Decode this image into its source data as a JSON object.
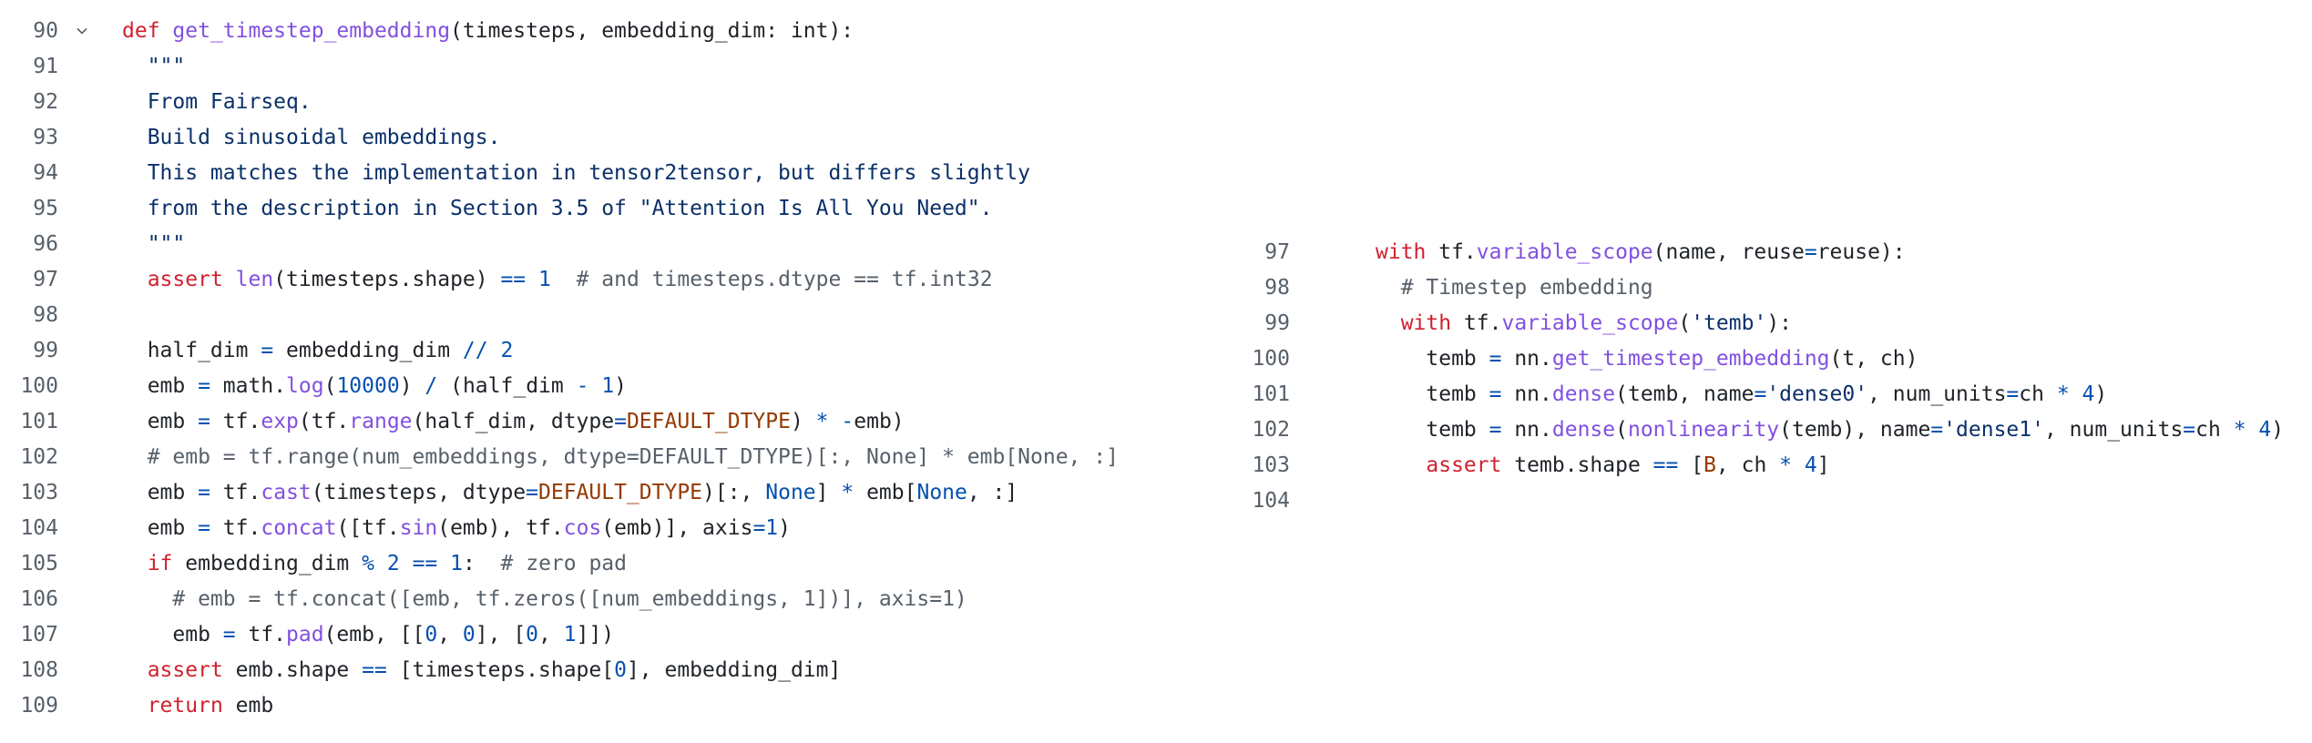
{
  "colors": {
    "keyword": "#cf222e",
    "function": "#8250df",
    "string": "#0a3069",
    "number": "#0550ae",
    "comment": "#57606a",
    "constant": "#953800",
    "line_number": "#57606a",
    "text": "#1f2328"
  },
  "fold_icon": "chevron-down-icon",
  "left": {
    "lines": [
      {
        "n": "90",
        "tokens": [
          {
            "t": "def",
            "c": "kw"
          },
          {
            "t": " "
          },
          {
            "t": "get_timestep_embedding",
            "c": "fn"
          },
          {
            "t": "(timesteps, embedding_dim: int):"
          }
        ]
      },
      {
        "n": "91",
        "tokens": [
          {
            "t": "  \"\"\"",
            "c": "str"
          }
        ]
      },
      {
        "n": "92",
        "tokens": [
          {
            "t": "  From Fairseq.",
            "c": "str"
          }
        ]
      },
      {
        "n": "93",
        "tokens": [
          {
            "t": "  Build sinusoidal embeddings.",
            "c": "str"
          }
        ]
      },
      {
        "n": "94",
        "tokens": [
          {
            "t": "  This matches the implementation in tensor2tensor, but differs slightly",
            "c": "str"
          }
        ]
      },
      {
        "n": "95",
        "tokens": [
          {
            "t": "  from the description in Section 3.5 of \"Attention Is All You Need\".",
            "c": "str"
          }
        ]
      },
      {
        "n": "96",
        "tokens": [
          {
            "t": "  \"\"\"",
            "c": "str"
          }
        ]
      },
      {
        "n": "97",
        "tokens": [
          {
            "t": "  "
          },
          {
            "t": "assert",
            "c": "kw"
          },
          {
            "t": " "
          },
          {
            "t": "len",
            "c": "fn"
          },
          {
            "t": "(timesteps.shape) "
          },
          {
            "t": "==",
            "c": "op"
          },
          {
            "t": " "
          },
          {
            "t": "1",
            "c": "num"
          },
          {
            "t": "  "
          },
          {
            "t": "# and timesteps.dtype == tf.int32",
            "c": "cm"
          }
        ]
      },
      {
        "n": "98",
        "tokens": []
      },
      {
        "n": "99",
        "tokens": [
          {
            "t": "  half_dim "
          },
          {
            "t": "=",
            "c": "op"
          },
          {
            "t": " embedding_dim "
          },
          {
            "t": "//",
            "c": "op"
          },
          {
            "t": " "
          },
          {
            "t": "2",
            "c": "num"
          }
        ]
      },
      {
        "n": "100",
        "tokens": [
          {
            "t": "  emb "
          },
          {
            "t": "=",
            "c": "op"
          },
          {
            "t": " math."
          },
          {
            "t": "log",
            "c": "fn"
          },
          {
            "t": "("
          },
          {
            "t": "10000",
            "c": "num"
          },
          {
            "t": ") "
          },
          {
            "t": "/",
            "c": "op"
          },
          {
            "t": " (half_dim "
          },
          {
            "t": "-",
            "c": "op"
          },
          {
            "t": " "
          },
          {
            "t": "1",
            "c": "num"
          },
          {
            "t": ")"
          }
        ]
      },
      {
        "n": "101",
        "tokens": [
          {
            "t": "  emb "
          },
          {
            "t": "=",
            "c": "op"
          },
          {
            "t": " tf."
          },
          {
            "t": "exp",
            "c": "fn"
          },
          {
            "t": "(tf."
          },
          {
            "t": "range",
            "c": "fn"
          },
          {
            "t": "(half_dim, dtype"
          },
          {
            "t": "=",
            "c": "op"
          },
          {
            "t": "DEFAULT_DTYPE",
            "c": "cst"
          },
          {
            "t": ") "
          },
          {
            "t": "*",
            "c": "op"
          },
          {
            "t": " "
          },
          {
            "t": "-",
            "c": "op"
          },
          {
            "t": "emb)"
          }
        ]
      },
      {
        "n": "102",
        "tokens": [
          {
            "t": "  "
          },
          {
            "t": "# emb = tf.range(num_embeddings, dtype=DEFAULT_DTYPE)[:, None] * emb[None, :]",
            "c": "cm"
          }
        ]
      },
      {
        "n": "103",
        "tokens": [
          {
            "t": "  emb "
          },
          {
            "t": "=",
            "c": "op"
          },
          {
            "t": " tf."
          },
          {
            "t": "cast",
            "c": "fn"
          },
          {
            "t": "(timesteps, dtype"
          },
          {
            "t": "=",
            "c": "op"
          },
          {
            "t": "DEFAULT_DTYPE",
            "c": "cst"
          },
          {
            "t": ")[:, "
          },
          {
            "t": "None",
            "c": "blt"
          },
          {
            "t": "] "
          },
          {
            "t": "*",
            "c": "op"
          },
          {
            "t": " emb["
          },
          {
            "t": "None",
            "c": "blt"
          },
          {
            "t": ", :]"
          }
        ]
      },
      {
        "n": "104",
        "tokens": [
          {
            "t": "  emb "
          },
          {
            "t": "=",
            "c": "op"
          },
          {
            "t": " tf."
          },
          {
            "t": "concat",
            "c": "fn"
          },
          {
            "t": "([tf."
          },
          {
            "t": "sin",
            "c": "fn"
          },
          {
            "t": "(emb), tf."
          },
          {
            "t": "cos",
            "c": "fn"
          },
          {
            "t": "(emb)], axis"
          },
          {
            "t": "=",
            "c": "op"
          },
          {
            "t": "1",
            "c": "num"
          },
          {
            "t": ")"
          }
        ]
      },
      {
        "n": "105",
        "tokens": [
          {
            "t": "  "
          },
          {
            "t": "if",
            "c": "kw"
          },
          {
            "t": " embedding_dim "
          },
          {
            "t": "%",
            "c": "op"
          },
          {
            "t": " "
          },
          {
            "t": "2",
            "c": "num"
          },
          {
            "t": " "
          },
          {
            "t": "==",
            "c": "op"
          },
          {
            "t": " "
          },
          {
            "t": "1",
            "c": "num"
          },
          {
            "t": ":  "
          },
          {
            "t": "# zero pad",
            "c": "cm"
          }
        ]
      },
      {
        "n": "106",
        "tokens": [
          {
            "t": "    "
          },
          {
            "t": "# emb = tf.concat([emb, tf.zeros([num_embeddings, 1])], axis=1)",
            "c": "cm"
          }
        ]
      },
      {
        "n": "107",
        "tokens": [
          {
            "t": "    emb "
          },
          {
            "t": "=",
            "c": "op"
          },
          {
            "t": " tf."
          },
          {
            "t": "pad",
            "c": "fn"
          },
          {
            "t": "(emb, [["
          },
          {
            "t": "0",
            "c": "num"
          },
          {
            "t": ", "
          },
          {
            "t": "0",
            "c": "num"
          },
          {
            "t": "], ["
          },
          {
            "t": "0",
            "c": "num"
          },
          {
            "t": ", "
          },
          {
            "t": "1",
            "c": "num"
          },
          {
            "t": "]])"
          }
        ]
      },
      {
        "n": "108",
        "tokens": [
          {
            "t": "  "
          },
          {
            "t": "assert",
            "c": "kw"
          },
          {
            "t": " emb.shape "
          },
          {
            "t": "==",
            "c": "op"
          },
          {
            "t": " [timesteps.shape["
          },
          {
            "t": "0",
            "c": "num"
          },
          {
            "t": "], embedding_dim]"
          }
        ]
      },
      {
        "n": "109",
        "tokens": [
          {
            "t": "  "
          },
          {
            "t": "return",
            "c": "kw"
          },
          {
            "t": " emb"
          }
        ]
      }
    ]
  },
  "right": {
    "lines": [
      {
        "n": "97",
        "tokens": [
          {
            "t": "with",
            "c": "kw"
          },
          {
            "t": " tf."
          },
          {
            "t": "variable_scope",
            "c": "fn"
          },
          {
            "t": "(name, reuse"
          },
          {
            "t": "=",
            "c": "op"
          },
          {
            "t": "reuse):"
          }
        ]
      },
      {
        "n": "98",
        "tokens": [
          {
            "t": "  "
          },
          {
            "t": "# Timestep embedding",
            "c": "cm"
          }
        ]
      },
      {
        "n": "99",
        "tokens": [
          {
            "t": "  "
          },
          {
            "t": "with",
            "c": "kw"
          },
          {
            "t": " tf."
          },
          {
            "t": "variable_scope",
            "c": "fn"
          },
          {
            "t": "("
          },
          {
            "t": "'temb'",
            "c": "str"
          },
          {
            "t": "):"
          }
        ]
      },
      {
        "n": "100",
        "tokens": [
          {
            "t": "    temb "
          },
          {
            "t": "=",
            "c": "op"
          },
          {
            "t": " nn."
          },
          {
            "t": "get_timestep_embedding",
            "c": "fn"
          },
          {
            "t": "(t, ch)"
          }
        ]
      },
      {
        "n": "101",
        "tokens": [
          {
            "t": "    temb "
          },
          {
            "t": "=",
            "c": "op"
          },
          {
            "t": " nn."
          },
          {
            "t": "dense",
            "c": "fn"
          },
          {
            "t": "(temb, name"
          },
          {
            "t": "=",
            "c": "op"
          },
          {
            "t": "'dense0'",
            "c": "str"
          },
          {
            "t": ", num_units"
          },
          {
            "t": "=",
            "c": "op"
          },
          {
            "t": "ch "
          },
          {
            "t": "*",
            "c": "op"
          },
          {
            "t": " "
          },
          {
            "t": "4",
            "c": "num"
          },
          {
            "t": ")"
          }
        ]
      },
      {
        "n": "102",
        "tokens": [
          {
            "t": "    temb "
          },
          {
            "t": "=",
            "c": "op"
          },
          {
            "t": " nn."
          },
          {
            "t": "dense",
            "c": "fn"
          },
          {
            "t": "("
          },
          {
            "t": "nonlinearity",
            "c": "fn"
          },
          {
            "t": "(temb), name"
          },
          {
            "t": "=",
            "c": "op"
          },
          {
            "t": "'dense1'",
            "c": "str"
          },
          {
            "t": ", num_units"
          },
          {
            "t": "=",
            "c": "op"
          },
          {
            "t": "ch "
          },
          {
            "t": "*",
            "c": "op"
          },
          {
            "t": " "
          },
          {
            "t": "4",
            "c": "num"
          },
          {
            "t": ")"
          }
        ]
      },
      {
        "n": "103",
        "tokens": [
          {
            "t": "    "
          },
          {
            "t": "assert",
            "c": "kw"
          },
          {
            "t": " temb.shape "
          },
          {
            "t": "==",
            "c": "op"
          },
          {
            "t": " ["
          },
          {
            "t": "B",
            "c": "cst"
          },
          {
            "t": ", ch "
          },
          {
            "t": "*",
            "c": "op"
          },
          {
            "t": " "
          },
          {
            "t": "4",
            "c": "num"
          },
          {
            "t": "]"
          }
        ]
      },
      {
        "n": "104",
        "tokens": []
      }
    ]
  }
}
